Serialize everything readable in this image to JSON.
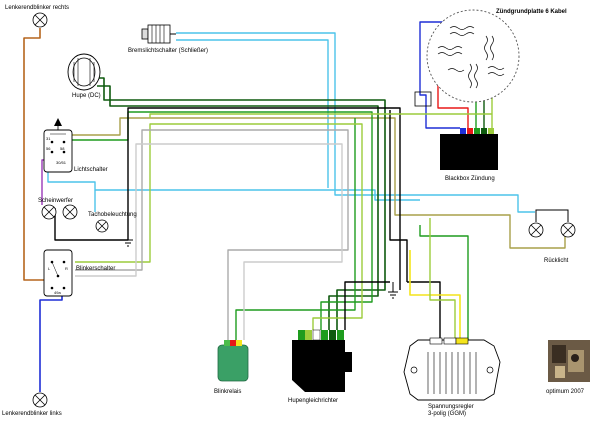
{
  "labels": {
    "lenker_rechts": "Lenkerendblinker rechts",
    "bremslicht": "Bremslichtschalter (Schließer)",
    "hupe": "Hupe (DC)",
    "lichtschalter": "Lichtschalter",
    "scheinwerfer": "Scheinwerfer",
    "tacho": "Tachobeleuchtung",
    "blinkerschalter": "Blinkerschalter",
    "lenker_links": "Lenkerendblinker links",
    "zuendgrundplatte": "Zündgrundplatte 6 Kabel",
    "blackbox": "Blackbox Zündung",
    "ruecklicht": "Rücklicht",
    "blinkrelais": "Blinkrelais",
    "hupengleichrichter": "Hupengleichrichter",
    "regler_line1": "Spannungsregler",
    "regler_line2": "3-polig (GGM)",
    "signature": "optimum 2007"
  },
  "switch_marks": {
    "licht": [
      "31",
      "56",
      "58",
      "30/51"
    ],
    "blinker": [
      "L",
      "R",
      "49a"
    ]
  },
  "colors": {
    "brown": "#b5651d",
    "blue": "#1f2fd6",
    "lightblue": "#4cc3ea",
    "green": "#1e9c1e",
    "darkgreen": "#0e5a0e",
    "lightgreen": "#9ccc3c",
    "olive": "#a8a04a",
    "grey": "#aaaaaa",
    "lightgrey": "#cccccc",
    "black": "#000000",
    "red": "#e81818",
    "yellow": "#f4e41c",
    "purple": "#9a38b8"
  }
}
